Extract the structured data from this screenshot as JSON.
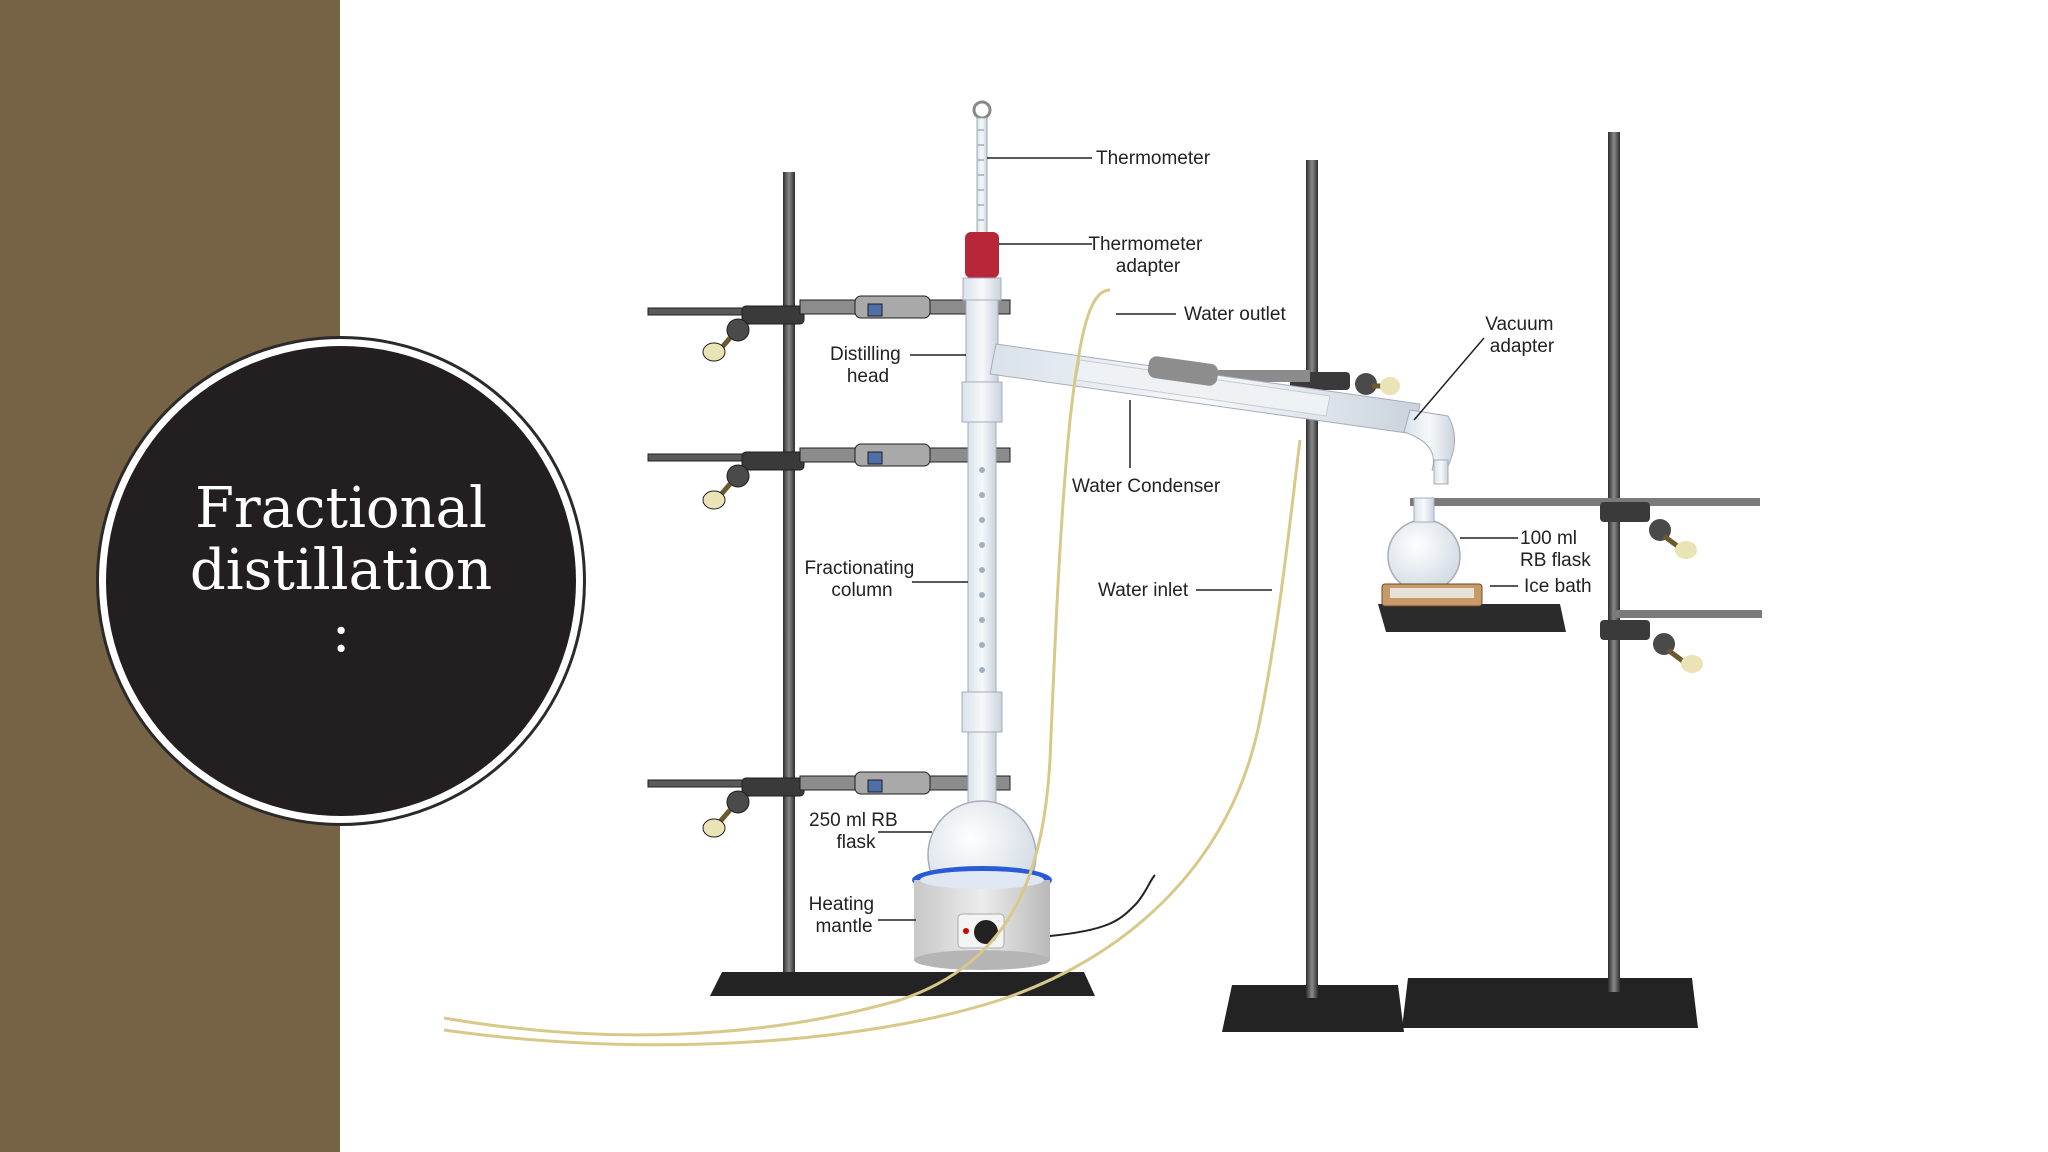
{
  "slide": {
    "title_lines": [
      "Fractional",
      "distillation",
      ":"
    ]
  },
  "diagram": {
    "labels": {
      "thermometer": "Thermometer",
      "thermometer_adapter": [
        "Thermometer",
        "adapter"
      ],
      "water_outlet": "Water outlet",
      "vacuum_adapter": [
        "Vacuum",
        "adapter"
      ],
      "distilling_head": [
        "Distilling",
        "head"
      ],
      "water_condenser": "Water Condenser",
      "fractionating_column": [
        "Fractionating",
        "column"
      ],
      "water_inlet": "Water inlet",
      "flask_100": [
        "100 ml",
        "RB flask"
      ],
      "ice_bath": "Ice bath",
      "flask_250": [
        "250 ml RB",
        "flask"
      ],
      "heating_mantle": [
        "Heating",
        "mantle"
      ]
    }
  },
  "colors": {
    "band": "#766245",
    "circle": "#231f20",
    "tubing": "#d8c98a",
    "stopper": "#b8263a",
    "mantle_ring": "#2a5bd7"
  }
}
